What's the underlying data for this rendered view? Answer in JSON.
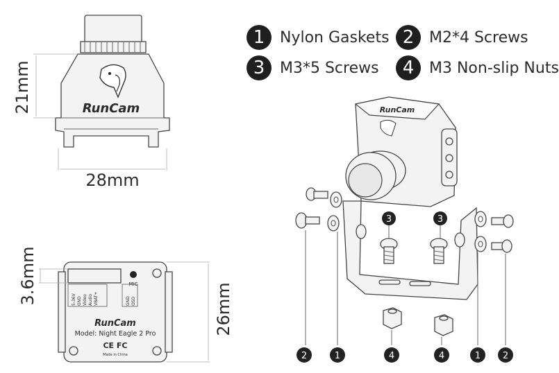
{
  "legend": [
    {
      "num": "1",
      "label": "Nylon Gaskets"
    },
    {
      "num": "2",
      "label": "M2*4 Screws"
    },
    {
      "num": "3",
      "label": "M3*5 Screws"
    },
    {
      "num": "4",
      "label": "M3 Non-slip Nuts"
    }
  ],
  "front_view": {
    "brand": "RunCam",
    "height_dim": "21mm",
    "width_dim": "28mm"
  },
  "back_view": {
    "offset_dim": "3.6mm",
    "height_dim": "26mm",
    "mic": "MIC",
    "pins_left": [
      "5-36V",
      "GND",
      "Video",
      "Audio",
      "VBAT+"
    ],
    "pins_right": [
      "GND",
      "OSD"
    ],
    "brand": "RunCam",
    "model": "Model: Night Eagle 2 Pro",
    "cert": "CE FC",
    "origin": "Made in China"
  },
  "callouts": {
    "top_left_screw": "3",
    "top_right_screw": "3",
    "nut_left": "4",
    "nut_right": "4",
    "bottom_row": [
      "2",
      "1",
      "4",
      "4",
      "1",
      "2"
    ]
  },
  "colors": {
    "badge": "#1f1f1f",
    "stroke": "#444444"
  }
}
